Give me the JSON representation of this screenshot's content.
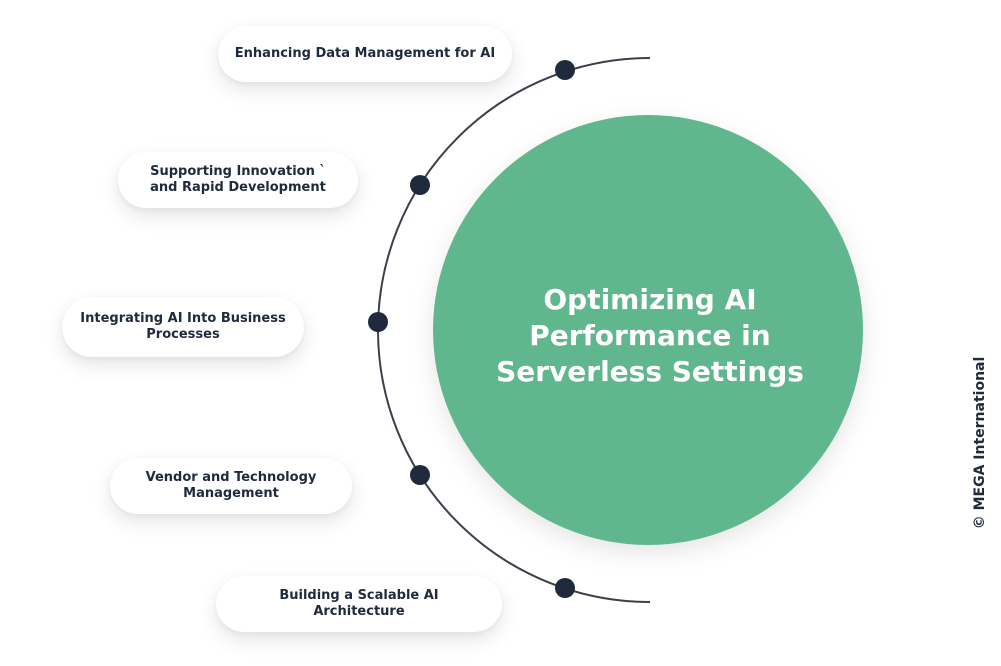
{
  "diagram": {
    "center_title": "Optimizing AI\nPerformance in\nServerless Settings",
    "items": [
      {
        "label": "Enhancing Data Management for AI"
      },
      {
        "label": "Supporting Innovation `\nand Rapid Development"
      },
      {
        "label": "Integrating AI Into Business\nProcesses"
      },
      {
        "label": "Vendor and Technology\nManagement"
      },
      {
        "label": "Building a Scalable AI Architecture"
      }
    ]
  },
  "footer": {
    "copyright": "© MEGA International"
  },
  "colors": {
    "circle_fill": "#61b78d",
    "node_fill": "#1f2a3c",
    "arc_stroke": "#3a3f4a",
    "pill_text": "#1f2a3c"
  }
}
